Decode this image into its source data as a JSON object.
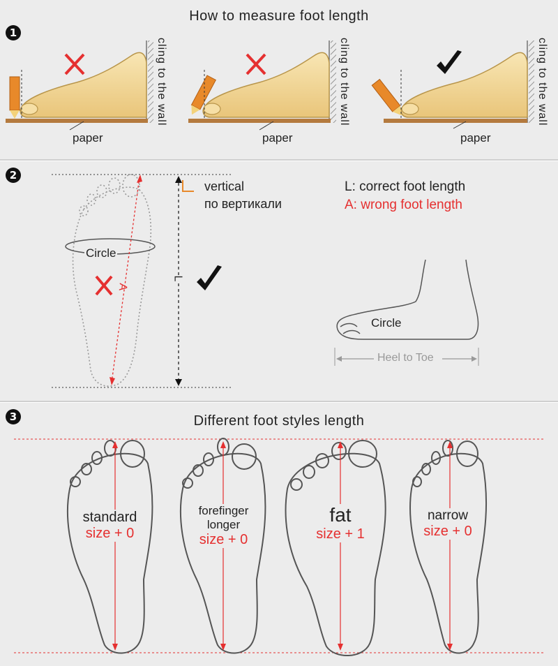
{
  "section1": {
    "badge": "❶",
    "title": "How to measure foot length",
    "panels": [
      {
        "paper_label": "paper",
        "wall_label": "cling to the wall",
        "mark": "cross-icon"
      },
      {
        "paper_label": "paper",
        "wall_label": "cling to the wall",
        "mark": "cross-icon"
      },
      {
        "paper_label": "paper",
        "wall_label": "cling to the wall",
        "mark": "check-icon"
      }
    ]
  },
  "section2": {
    "badge": "❷",
    "vertical_en": "vertical",
    "vertical_ru": "по вертикали",
    "legend_l": "L: correct foot length",
    "legend_a": "A: wrong foot length",
    "circle_label_top": "Circle",
    "a_label": "A",
    "l_label": "L",
    "circle_label_side": "Circle",
    "heel_to_toe": "Heel to Toe"
  },
  "section3": {
    "badge": "❸",
    "title": "Different foot styles length",
    "feet": [
      {
        "style": "standard",
        "size": "size + 0"
      },
      {
        "style": "forefinger\nlonger",
        "style_line1": "forefinger",
        "style_line2": "longer",
        "size": "size + 0"
      },
      {
        "style": "fat",
        "size": "size + 1"
      },
      {
        "style": "narrow",
        "size": "size + 0"
      }
    ]
  },
  "colors": {
    "background": "#ececec",
    "accent_red": "#e53030",
    "pencil_orange": "#e8892a",
    "foot_fill": "#f3d99a",
    "paper_brown": "#b47a3e"
  }
}
